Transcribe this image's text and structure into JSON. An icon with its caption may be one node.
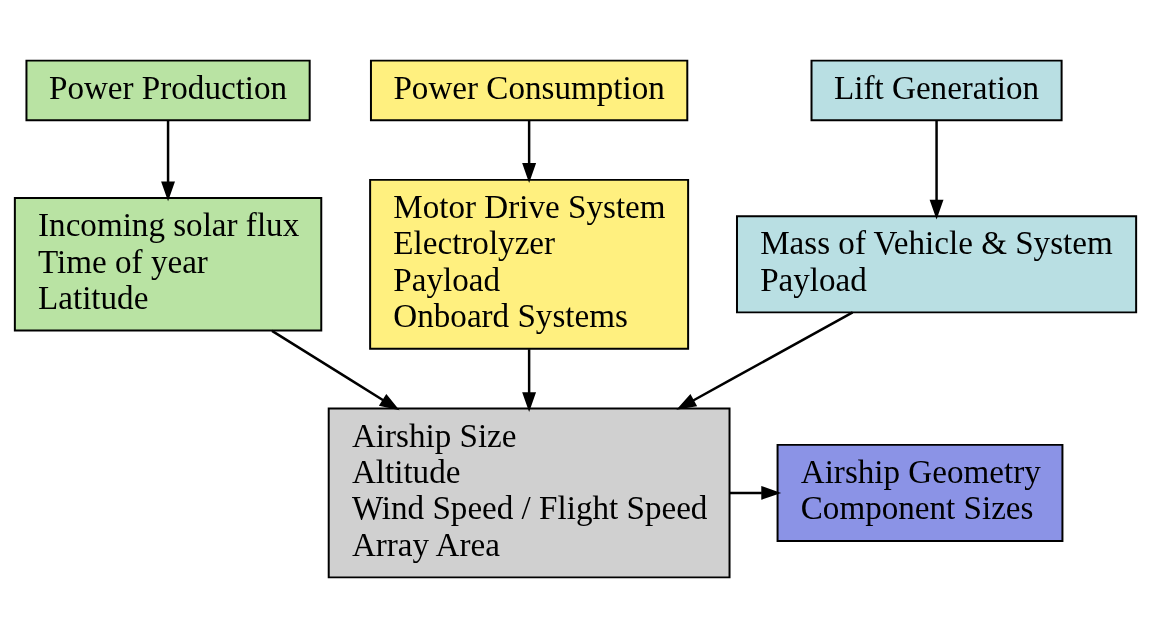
{
  "diagram": {
    "nodes": [
      {
        "text": [
          "Power Production"
        ]
      },
      {
        "text": [
          "Power Consumption"
        ]
      },
      {
        "text": [
          "Lift Generation"
        ]
      },
      {
        "text": [
          "Incoming solar flux",
          "Time of year",
          "Latitude"
        ]
      },
      {
        "text": [
          "Motor Drive System",
          "Electrolyzer",
          "Payload",
          "Onboard Systems"
        ]
      },
      {
        "text": [
          "Mass of Vehicle & System",
          "Payload"
        ]
      },
      {
        "text": [
          "Airship Size",
          "Altitude",
          "Wind Speed / Flight Speed",
          "Array Area"
        ]
      },
      {
        "text": [
          "Airship Geometry",
          "Component Sizes"
        ]
      }
    ],
    "edges": [
      {
        "from": 0,
        "to": 3,
        "arrow": "to"
      },
      {
        "from": 1,
        "to": 4,
        "arrow": "to"
      },
      {
        "from": 2,
        "to": 5,
        "arrow": "to"
      },
      {
        "from": 3,
        "to": 6,
        "arrow": "to"
      },
      {
        "from": 4,
        "to": 6,
        "arrow": "to"
      },
      {
        "from": 5,
        "to": 6,
        "arrow": "to"
      },
      {
        "from": 6,
        "to": 7,
        "arrow": "to"
      }
    ]
  }
}
